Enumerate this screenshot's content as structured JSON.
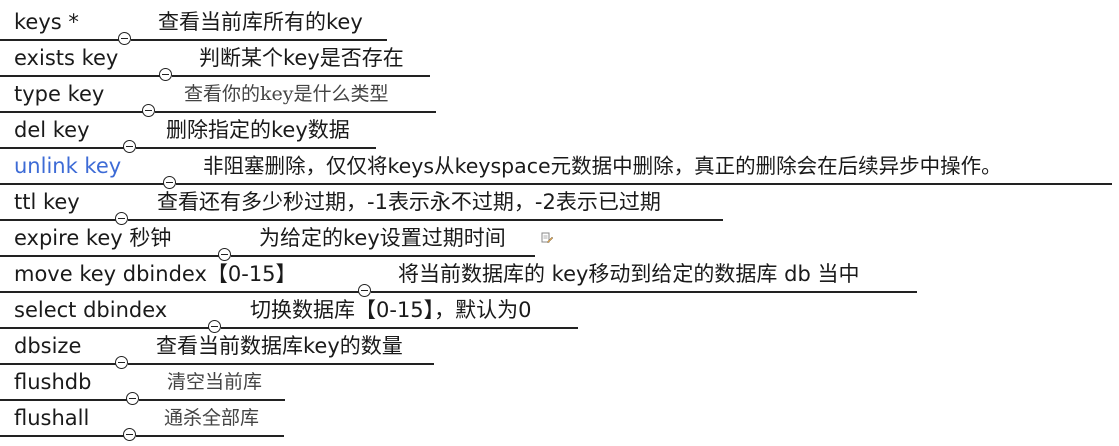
{
  "commands": [
    {
      "key": "keys *",
      "desc": "查看当前库所有的key"
    },
    {
      "key": "exists key",
      "desc": "判断某个key是否存在"
    },
    {
      "key": "type key",
      "desc": "查看你的key是什么类型"
    },
    {
      "key": "del key",
      "desc": "删除指定的key数据"
    },
    {
      "key": "unlink key",
      "desc": "非阻塞删除，仅仅将keys从keyspace元数据中删除，真正的删除会在后续异步中操作。"
    },
    {
      "key": "ttl key",
      "desc": "查看还有多少秒过期，-1表示永不过期，-2表示已过期"
    },
    {
      "key": "expire key 秒钟",
      "desc": "为给定的key设置过期时间"
    },
    {
      "key": "move key dbindex【0-15】",
      "desc": "将当前数据库的 key移动到给定的数据库 db 当中"
    },
    {
      "key": "select dbindex",
      "desc": "切换数据库【0-15】，默认为0"
    },
    {
      "key": "dbsize",
      "desc": "查看当前数据库key的数量"
    },
    {
      "key": "flushdb",
      "desc": "清空当前库"
    },
    {
      "key": "flushall",
      "desc": "通杀全部库"
    }
  ],
  "colors": {
    "link": "#3d6bd6",
    "text": "#1a1a1a",
    "line": "#222222"
  },
  "icons": {
    "collapse": "collapse-minus-icon",
    "edit": "edit-note-icon"
  }
}
